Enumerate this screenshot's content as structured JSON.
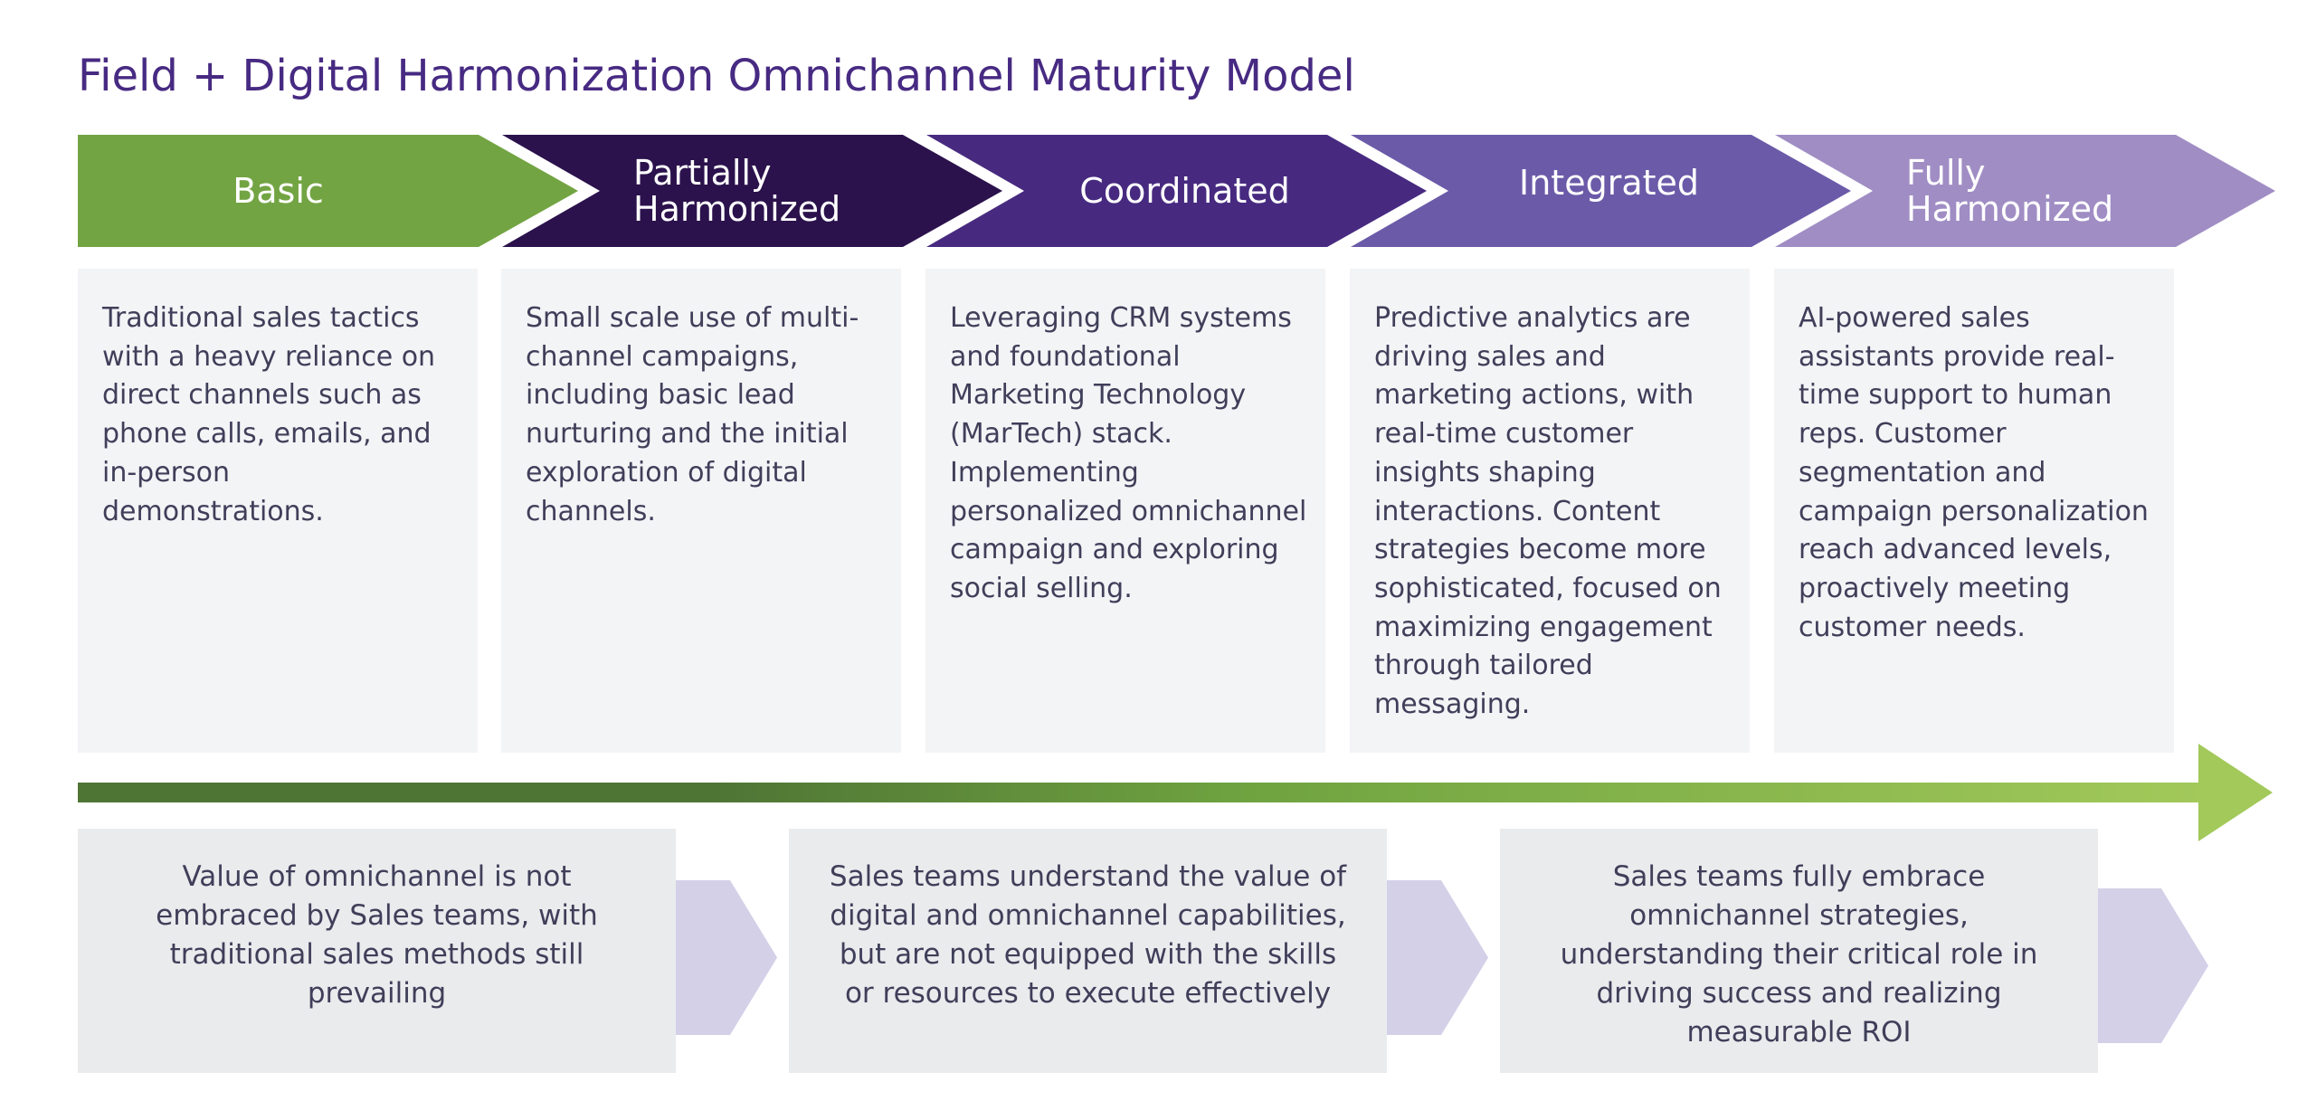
{
  "title": "Field + Digital Harmonization Omnichannel Maturity Model",
  "colors": {
    "title": "#472a82",
    "card_bg": "#f3f4f6",
    "outcome_bg": "#eaebed",
    "body_text": "#3f3f5a",
    "connector": "#d3d0e8",
    "progress_start": "#4f7535",
    "progress_mid": "#6fa340",
    "progress_end": "#a2c95a"
  },
  "stages": [
    {
      "name": "Basic",
      "color": "#73a443",
      "description": "Traditional sales tactics with a heavy reliance on direct channels such as phone calls, emails, and in-person demonstrations."
    },
    {
      "name": "Partially Harmonized",
      "color": "#2b124c",
      "description": "Small scale use of multi-channel campaigns, including basic lead nurturing and the initial exploration of digital channels."
    },
    {
      "name": "Coordinated",
      "color": "#472a80",
      "description": "Leveraging CRM systems and foundational Marketing Technology (MarTech) stack. Implementing personalized omnichannel campaign and exploring social selling."
    },
    {
      "name": "Integrated",
      "color": "#6b5aa8",
      "description": "Predictive analytics are driving sales and marketing actions, with real-time customer insights shaping interactions. Content strategies become more sophisticated, focused on maximizing engagement through tailored messaging."
    },
    {
      "name": "Fully Harmonized",
      "color": "#a08dc4",
      "description": "AI-powered sales assistants provide real-time support to human reps. Customer segmentation and campaign personalization reach advanced levels, proactively meeting customer needs."
    }
  ],
  "outcomes": [
    {
      "text": "Value of omnichannel is not embraced by Sales teams, with traditional sales methods still prevailing"
    },
    {
      "text": "Sales teams understand the value of digital and omnichannel capabilities, but are not equipped with the skills or resources to execute effectively"
    },
    {
      "text": "Sales teams fully embrace omnichannel strategies, understanding their critical role in driving success and realizing measurable ROI"
    }
  ]
}
